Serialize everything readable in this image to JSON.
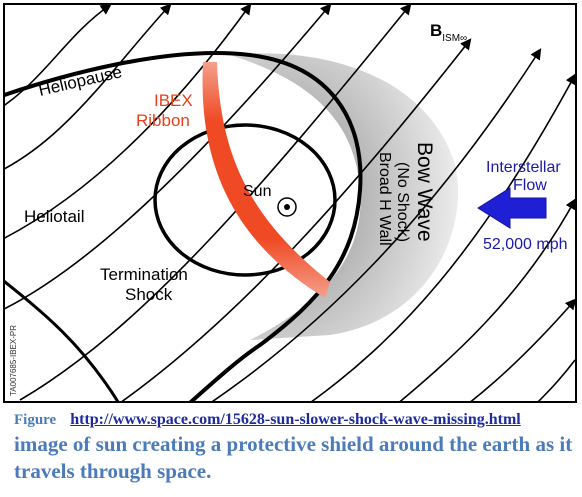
{
  "diagram": {
    "labels": {
      "b_field": "B",
      "b_field_sub": "ISM∞",
      "heliopause": "Heliopause",
      "ibex_line1": "IBEX",
      "ibex_line2": "Ribbon",
      "sun": "Sun",
      "heliotail": "Heliotail",
      "termination_line1": "Termination",
      "termination_line2": "Shock",
      "bow_wave": "Bow Wave",
      "no_shock": "(No Shock)",
      "broad_h_wall": "Broad H Wall",
      "interstellar_line1": "Interstellar",
      "interstellar_line2": "Flow",
      "speed": "52,000 mph",
      "credit": "TA007685-IBEX-PR"
    },
    "colors": {
      "ribbon": "#f04a25",
      "flow_arrow": "#1f1fd6",
      "ribbon_text": "#e8401c",
      "flow_text": "#1a1aa8"
    }
  },
  "caption": {
    "figure_label": "Figure",
    "link_text": "http://www.space.com/15628-sun-slower-shock-wave-missing.html",
    "description": "image of sun creating a protective shield around the earth as it travels through space."
  }
}
